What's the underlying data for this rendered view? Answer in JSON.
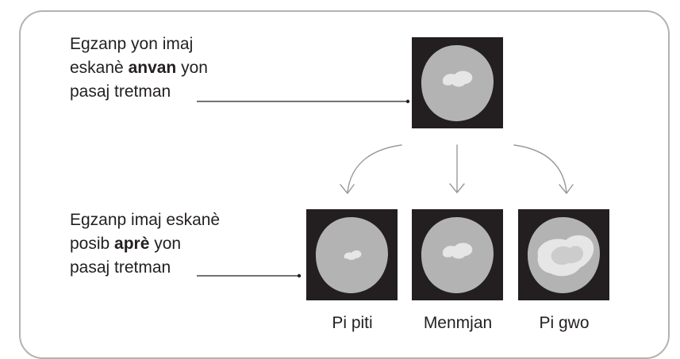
{
  "before_caption": {
    "line1": "Egzanp yon imaj",
    "line2_pre": "eskanè ",
    "line2_bold": "anvan",
    "line2_post": " yon",
    "line3": "pasaj tretman"
  },
  "after_caption": {
    "line1": "Egzanp imaj eskanè",
    "line2_pre": "posib ",
    "line2_bold": "aprè",
    "line2_post": " yon",
    "line3": "pasaj tretman"
  },
  "outcomes": {
    "small": "Pi piti",
    "same": "Menmjan",
    "large": "Pi gwo"
  },
  "colors": {
    "scan_background": "#231f20",
    "organ": "#b3b3b3",
    "tumor": "#e6e6e6",
    "frame": "#b3b3b3",
    "arrows": "#999999"
  }
}
